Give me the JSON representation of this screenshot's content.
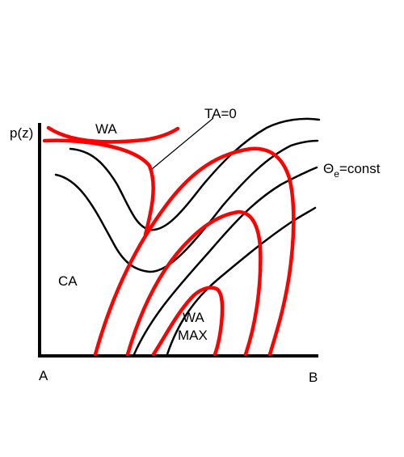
{
  "labels": {
    "y_axis": "p(z)",
    "origin": "A",
    "x_end": "B",
    "warm_top": "WA",
    "ta_zero": "TA=0",
    "theta_symbol": "Θ",
    "theta_sub": "e",
    "theta_rest": "=const",
    "cold": "CA",
    "warm_inner": "WA",
    "max": "MAX"
  },
  "colors": {
    "axis": "#000000",
    "isentrope": "#000000",
    "warm_anomaly": "#ff0000",
    "text": "#000000"
  }
}
